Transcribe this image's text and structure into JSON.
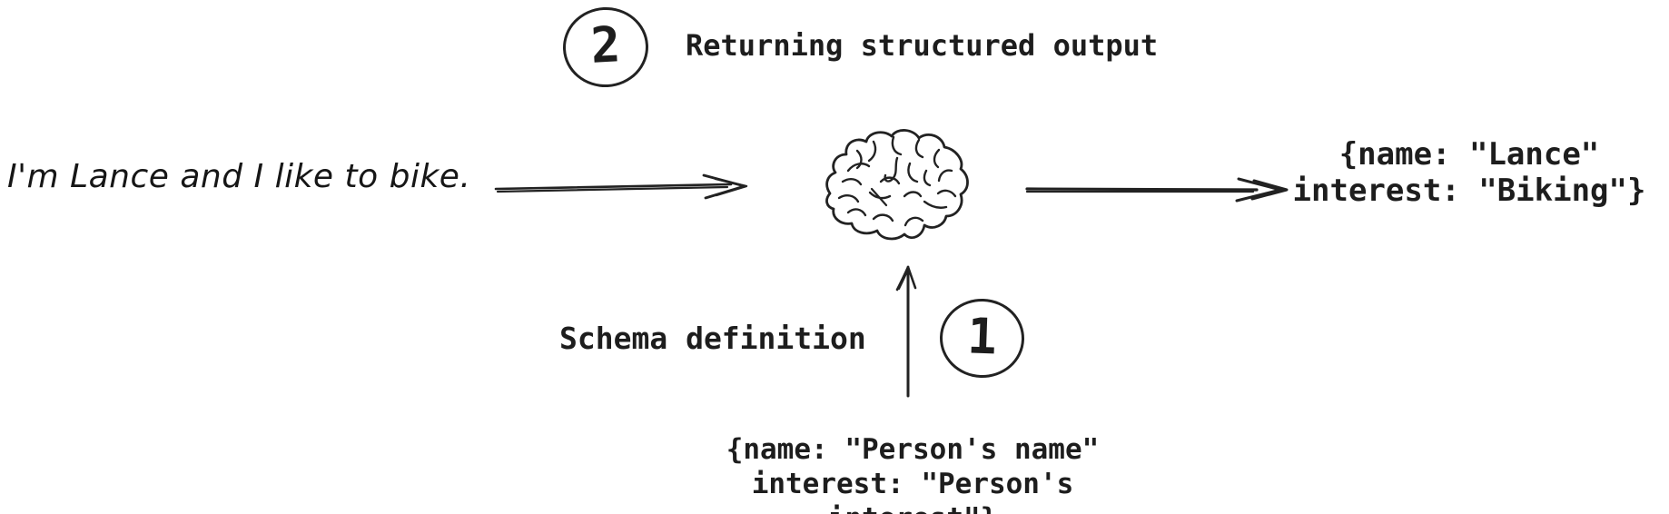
{
  "colors": {
    "ink": "#222222",
    "background": "#ffffff"
  },
  "annotations": {
    "step2": {
      "number": "2",
      "label": "Returning structured output"
    },
    "step1": {
      "number": "1",
      "label": "Schema definition"
    }
  },
  "input": {
    "text": "I'm Lance and I like to bike."
  },
  "model": {
    "icon": "brain-icon"
  },
  "output": {
    "line1": "{name: \"Lance\"",
    "line2": "interest: \"Biking\"}"
  },
  "schema": {
    "line1": "{name: \"Person's name\"",
    "line2": "interest: \"Person's interest\"}"
  }
}
